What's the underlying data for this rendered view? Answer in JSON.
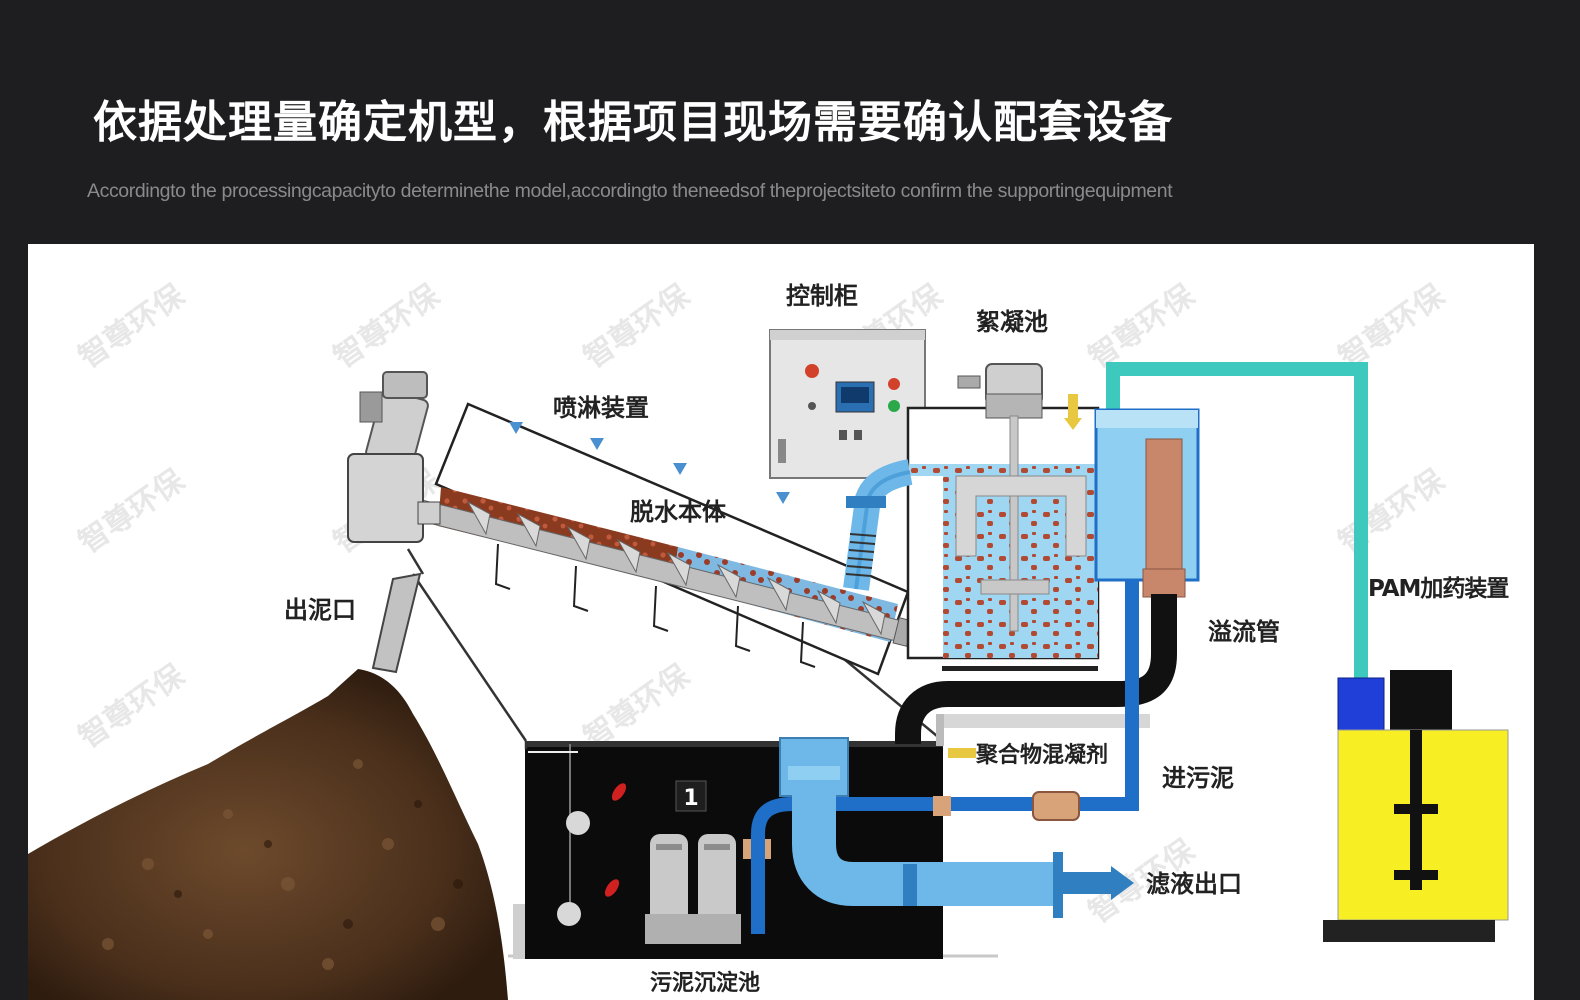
{
  "header": {
    "title": "依据处理量确定机型，根据项目现场需要确认配套设备",
    "subtitle": "Accordingto the processingcapacityto determinethe model,accordingto theneedsof theprojectsiteto confirm the supportingequipment"
  },
  "diagram": {
    "watermark": "智尊环保",
    "labels": {
      "control_cabinet": "控制柜",
      "flocculation_tank": "絮凝池",
      "spray_device": "喷淋装置",
      "dewatering_body": "脱水本体",
      "sludge_outlet": "出泥口",
      "overflow_pipe": "溢流管",
      "pam_dosing": "PAM加药装置",
      "polymer_coagulant": "聚合物混凝剂",
      "sludge_inlet": "进污泥",
      "filtrate_outlet": "滤液出口",
      "settling_tank": "污泥沉淀池",
      "pump_number": "1"
    },
    "colors": {
      "pipe_blue": "#1f6fc9",
      "light_blue": "#8fd0f2",
      "teal": "#3ec9be",
      "sludge_brown": "#7b3a22",
      "pam_yellow": "#f7ef24"
    }
  }
}
